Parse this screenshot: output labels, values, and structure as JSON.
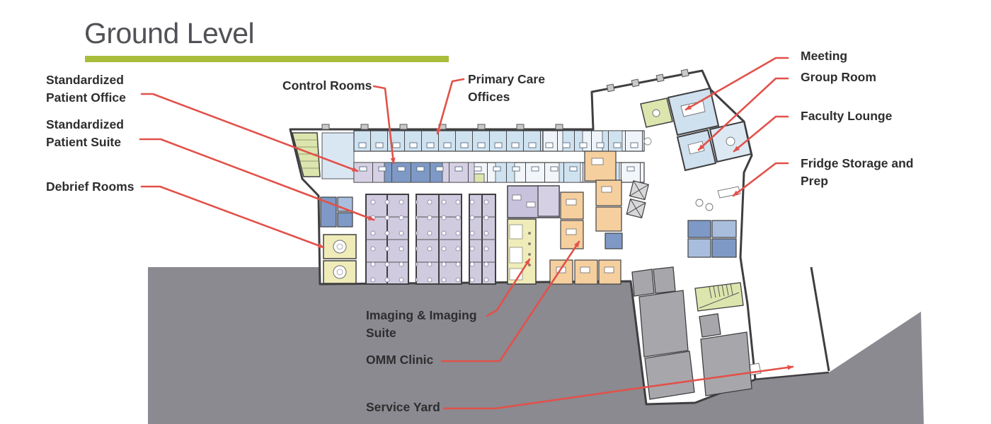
{
  "title": {
    "text": "Ground Level"
  },
  "labels": {
    "standardized_patient_office": "Standardized Patient Office",
    "standardized_patient_suite": "Standardized Patient Suite",
    "debrief_rooms": "Debrief Rooms",
    "control_rooms": "Control Rooms",
    "primary_care_offices": "Primary Care Offices",
    "meeting": "Meeting",
    "group_room": "Group Room",
    "faculty_lounge": "Faculty Lounge",
    "fridge_storage_and_prep": "Fridge Storage and Prep",
    "imaging_imaging_suite": "Imaging & Imaging Suite",
    "omm_clinic": "OMM Clinic",
    "service_yard": "Service Yard"
  },
  "colors": {
    "accent_underline": "#a9bd3b",
    "leader_line": "#e2514a",
    "ground_shadow": "#8a8a90",
    "wall": "#3f3f41",
    "room_light_blue": "#cfe2f0",
    "room_pale_blue": "#e4eef6",
    "room_medium_blue": "#7e99c6",
    "room_lavender": "#d6d0e4",
    "room_purple_waiting": "#c9c2dc",
    "room_yellow": "#efecba",
    "room_yellow_green": "#dce5ad",
    "room_orange": "#f6cf9f",
    "room_service_gray": "#a7a7ab"
  }
}
